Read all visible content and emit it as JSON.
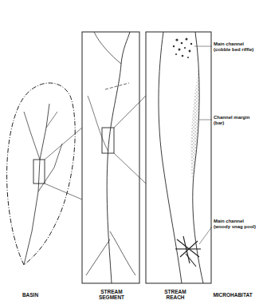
{
  "diagram": {
    "labels": [
      "Main channel (cobble bed riffle)",
      "Channel margin (bar)",
      "Main channel (woody snag pool)",
      "BASIN",
      "STREAM SEGMENT",
      "STREAM REACH",
      "MICROHABITAT"
    ]
  }
}
